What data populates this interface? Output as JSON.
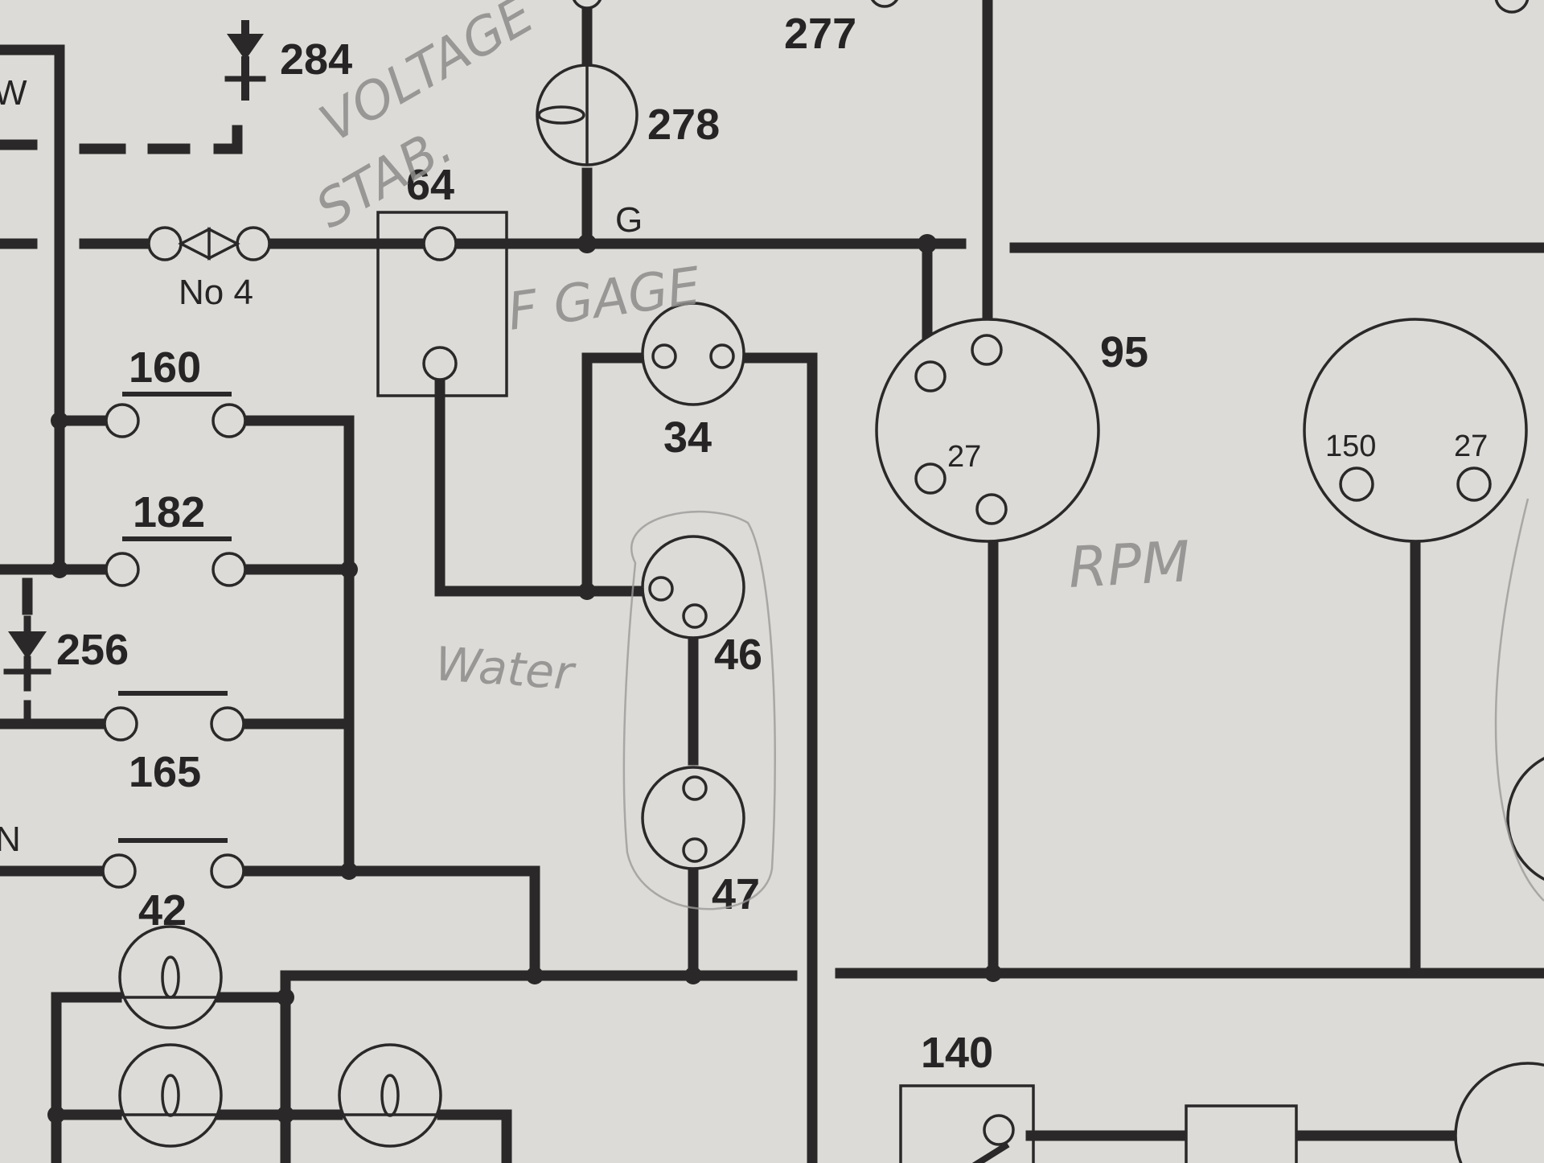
{
  "diagram": {
    "type": "electrical wiring schematic (photographed page)",
    "colors": {
      "paper": "#dcdbd7",
      "ink": "#2a2828",
      "pencil": "#8e8c8a"
    },
    "components": {
      "diode_284": {
        "label": "284",
        "icon": "diode-icon"
      },
      "lamp_278": {
        "label": "278",
        "icon": "lamp-icon"
      },
      "label_277": {
        "label": "277"
      },
      "fuse_no4": {
        "label": "No 4",
        "icon": "fuse-icon"
      },
      "box_64": {
        "label": "64"
      },
      "ground_g": {
        "label": "G"
      },
      "switch_160": {
        "label": "160"
      },
      "switch_182": {
        "label": "182"
      },
      "diode_256": {
        "label": "256",
        "icon": "diode-icon"
      },
      "switch_165": {
        "label": "165"
      },
      "switch_42": {
        "label": "42"
      },
      "gauge_34": {
        "label": "34"
      },
      "sender_46": {
        "label": "46"
      },
      "sender_47": {
        "label": "47"
      },
      "connector_95": {
        "label": "95",
        "inner_label": "27"
      },
      "connector_150_27": {
        "left_label": "150",
        "right_label": "27"
      },
      "box_140": {
        "label": "140"
      },
      "edge_letter_w": {
        "label": "W"
      },
      "edge_letter_n": {
        "label": "N"
      }
    },
    "handwritten_notes": {
      "voltage_stab": {
        "line1": "VOLTAGE",
        "line2": "STAB."
      },
      "f_gage": {
        "text": "F GAGE"
      },
      "water": {
        "text": "Water"
      },
      "rpm": {
        "text": "RPM"
      }
    }
  }
}
